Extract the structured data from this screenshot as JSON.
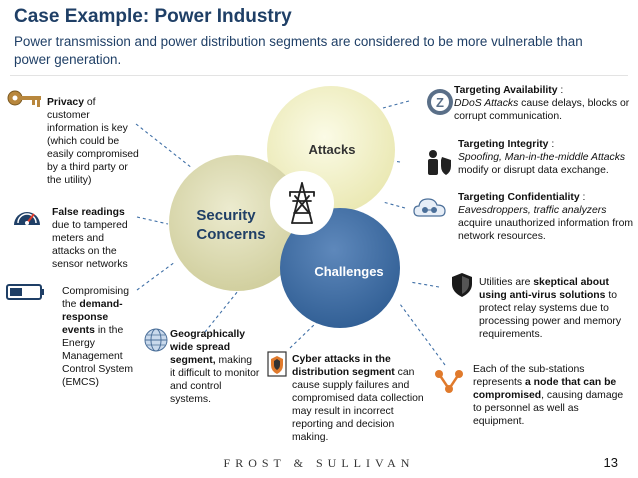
{
  "header": {
    "title": "Case Example: Power Industry",
    "subtitle": "Power transmission and power distribution segments are considered to be more vulnerable than power generation."
  },
  "circles": {
    "attacks": "Attacks",
    "security_line1": "Security",
    "security_line2": "Concerns",
    "challenges": "Challenges"
  },
  "left": {
    "privacy": {
      "bold": "Privacy",
      "rest": " of customer information is key (which could be easily compromised by a third party or the utility)"
    },
    "false_readings": {
      "bold": "False readings",
      "rest": " due to tampered meters and attacks on the sensor networks"
    },
    "demand": {
      "pre": "Compromising the ",
      "bold": "demand-response events",
      "rest": " in the Energy Management Control System (EMCS)"
    }
  },
  "bottom": {
    "geo": {
      "bold": "Geographically wide spread segment,",
      "rest": " making it difficult to monitor and control systems."
    },
    "cyber": {
      "bold": "Cyber attacks in the distribution segment",
      "rest": " can cause supply failures and compromised data collection may result in incorrect reporting and decision making."
    }
  },
  "right": {
    "availability": {
      "heading": "Targeting Availability",
      "sep": " :",
      "italic": "DDoS Attacks",
      "rest": " cause delays, blocks or corrupt communication."
    },
    "integrity": {
      "heading": "Targeting Integrity",
      "sep": " :",
      "italic": "Spoofing, Man-in-the-middle Attacks",
      "rest": " modify or disrupt data exchange."
    },
    "confidentiality": {
      "heading": "Targeting Confidentiality",
      "sep": " :",
      "italic": "Eavesdroppers, traffic analyzers",
      "rest": " acquire unauthorized information from network resources."
    },
    "skeptical": {
      "pre": "Utilities are ",
      "bold": "skeptical about using anti-virus solutions",
      "rest": " to protect relay systems due to processing power and memory requirements."
    },
    "substations": {
      "pre": "Each of the sub-stations represents ",
      "bold": "a node that can be compromised",
      "rest": ", causing damage to personnel as well as equipment."
    }
  },
  "footer": {
    "brand": "FROST & SULLIVAN",
    "page": "13"
  },
  "colors": {
    "title": "#1f3f66",
    "attacks_circle": "#f2f1c4",
    "security_circle": "#dcdcb0",
    "challenges_circle": "#3f6fa6",
    "connector": "#3f6fa6"
  },
  "icons": [
    "key-icon",
    "gauge-icon",
    "battery-icon",
    "globe-icon",
    "shield-file-icon",
    "network-node-icon",
    "ddos-icon",
    "spoofing-icon",
    "cloud-eavesdrop-icon",
    "shield-icon",
    "power-tower-icon"
  ]
}
